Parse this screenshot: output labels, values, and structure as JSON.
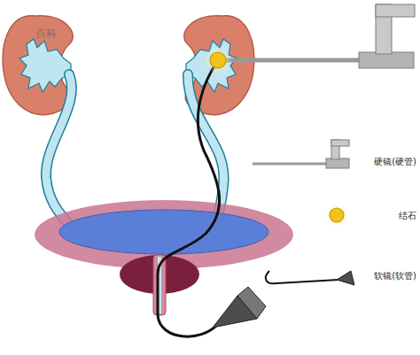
{
  "diagram": {
    "labels": [
      "百科"
    ],
    "legend": [
      {
        "text": "硬镜(硬管)"
      },
      {
        "text": "结石"
      },
      {
        "text": "软镜(软管)"
      }
    ]
  }
}
